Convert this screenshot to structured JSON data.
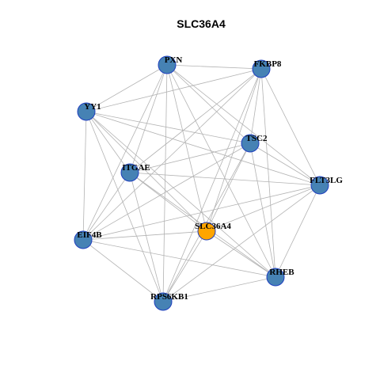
{
  "title": "SLC36A4",
  "colors": {
    "node_default": "#4682B4",
    "node_highlight": "#FFA500",
    "node_border": "#1F3FBF",
    "edge": "#B3B3B3"
  },
  "nodes": [
    {
      "id": "PXN",
      "label": "PXN",
      "highlight": false
    },
    {
      "id": "FKBP8",
      "label": "FKBP8",
      "highlight": false
    },
    {
      "id": "YY1",
      "label": "YY1",
      "highlight": false
    },
    {
      "id": "TSC2",
      "label": "TSC2",
      "highlight": false
    },
    {
      "id": "ITGAE",
      "label": "ITGAE",
      "highlight": false
    },
    {
      "id": "FLT3LG",
      "label": "FLT3LG",
      "highlight": false
    },
    {
      "id": "SLC36A4",
      "label": "SLC36A4",
      "highlight": true
    },
    {
      "id": "EIF4B",
      "label": "EIF4B",
      "highlight": false
    },
    {
      "id": "RHEB",
      "label": "RHEB",
      "highlight": false
    },
    {
      "id": "RPS6KB1",
      "label": "RPS6KB1",
      "highlight": false
    }
  ],
  "edges": [
    [
      "PXN",
      "FKBP8"
    ],
    [
      "PXN",
      "YY1"
    ],
    [
      "PXN",
      "ITGAE"
    ],
    [
      "PXN",
      "EIF4B"
    ],
    [
      "PXN",
      "RHEB"
    ],
    [
      "PXN",
      "RPS6KB1"
    ],
    [
      "PXN",
      "SLC36A4"
    ],
    [
      "PXN",
      "FLT3LG"
    ],
    [
      "PXN",
      "TSC2"
    ],
    [
      "FKBP8",
      "TSC2"
    ],
    [
      "FKBP8",
      "ITGAE"
    ],
    [
      "FKBP8",
      "FLT3LG"
    ],
    [
      "FKBP8",
      "EIF4B"
    ],
    [
      "FKBP8",
      "RHEB"
    ],
    [
      "FKBP8",
      "RPS6KB1"
    ],
    [
      "FKBP8",
      "SLC36A4"
    ],
    [
      "FKBP8",
      "YY1"
    ],
    [
      "YY1",
      "TSC2"
    ],
    [
      "YY1",
      "ITGAE"
    ],
    [
      "YY1",
      "FLT3LG"
    ],
    [
      "YY1",
      "EIF4B"
    ],
    [
      "YY1",
      "RHEB"
    ],
    [
      "YY1",
      "RPS6KB1"
    ],
    [
      "YY1",
      "SLC36A4"
    ],
    [
      "TSC2",
      "ITGAE"
    ],
    [
      "TSC2",
      "FLT3LG"
    ],
    [
      "TSC2",
      "EIF4B"
    ],
    [
      "TSC2",
      "RPS6KB1"
    ],
    [
      "TSC2",
      "SLC36A4"
    ],
    [
      "TSC2",
      "RHEB"
    ],
    [
      "ITGAE",
      "FLT3LG"
    ],
    [
      "ITGAE",
      "EIF4B"
    ],
    [
      "ITGAE",
      "RHEB"
    ],
    [
      "ITGAE",
      "RPS6KB1"
    ],
    [
      "ITGAE",
      "SLC36A4"
    ],
    [
      "FLT3LG",
      "EIF4B"
    ],
    [
      "FLT3LG",
      "RHEB"
    ],
    [
      "FLT3LG",
      "RPS6KB1"
    ],
    [
      "FLT3LG",
      "SLC36A4"
    ],
    [
      "EIF4B",
      "RHEB"
    ],
    [
      "EIF4B",
      "RPS6KB1"
    ],
    [
      "EIF4B",
      "SLC36A4"
    ],
    [
      "RHEB",
      "RPS6KB1"
    ],
    [
      "RHEB",
      "SLC36A4"
    ],
    [
      "RPS6KB1",
      "SLC36A4"
    ]
  ]
}
